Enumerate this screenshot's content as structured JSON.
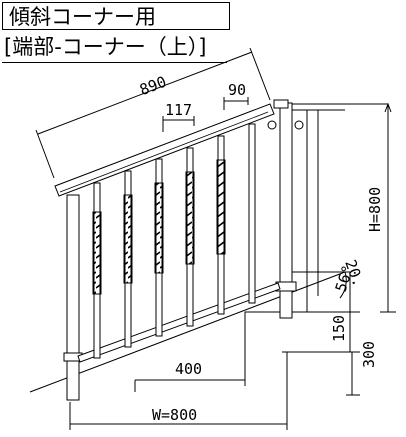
{
  "title": {
    "line1": "傾斜コーナー用",
    "line2": "[端部-コーナー（上）]"
  },
  "dimensions": {
    "rail_length": "890",
    "baluster_pitch": "117",
    "pattern_width": "90",
    "height": "H=800",
    "angle_a": "20.",
    "angle_b": "56°",
    "step_rise": "150",
    "base_rise": "300",
    "tread": "400",
    "width": "W=800"
  }
}
